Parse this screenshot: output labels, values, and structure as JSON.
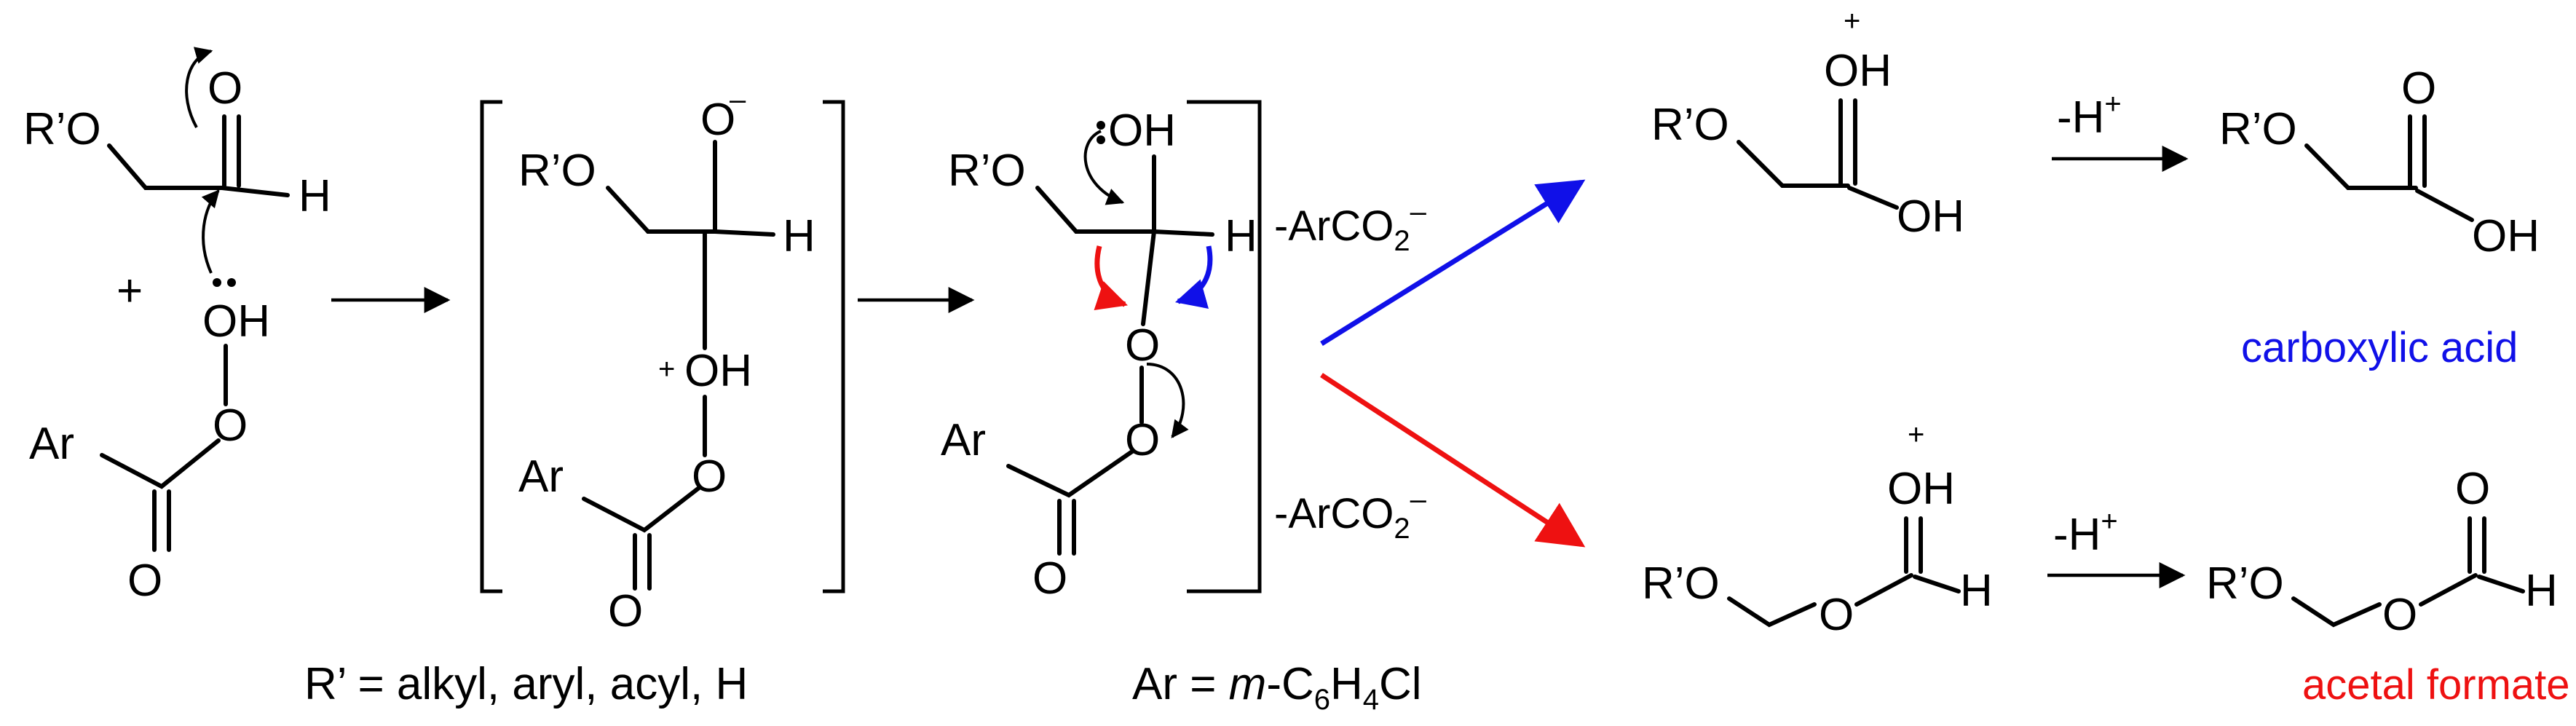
{
  "colors": {
    "blue_path": "#1010e8",
    "red_path": "#ee1111",
    "black": "#000000"
  },
  "atoms": {
    "R1": "R’O",
    "O": "O",
    "H": "H",
    "OH": "OH",
    "Ar": "Ar",
    "O_minus": "–",
    "plus": "+",
    "lone_pair": "••"
  },
  "labels": {
    "minus_arco2": "-ArCO",
    "sub_2": "2",
    "sup_minus": "–",
    "minus_h": "-H",
    "sup_plus": "+",
    "carboxylic_acid": "carboxylic acid",
    "acetal_formate": "acetal formate"
  },
  "captions": {
    "r_def": "R’ = alkyl, aryl, acyl, H",
    "ar_prefix": "Ar = ",
    "ar_m": "m",
    "ar_c6": "-C",
    "ar_6": "6",
    "ar_h": "H",
    "ar_4": "4",
    "ar_cl": "Cl"
  }
}
